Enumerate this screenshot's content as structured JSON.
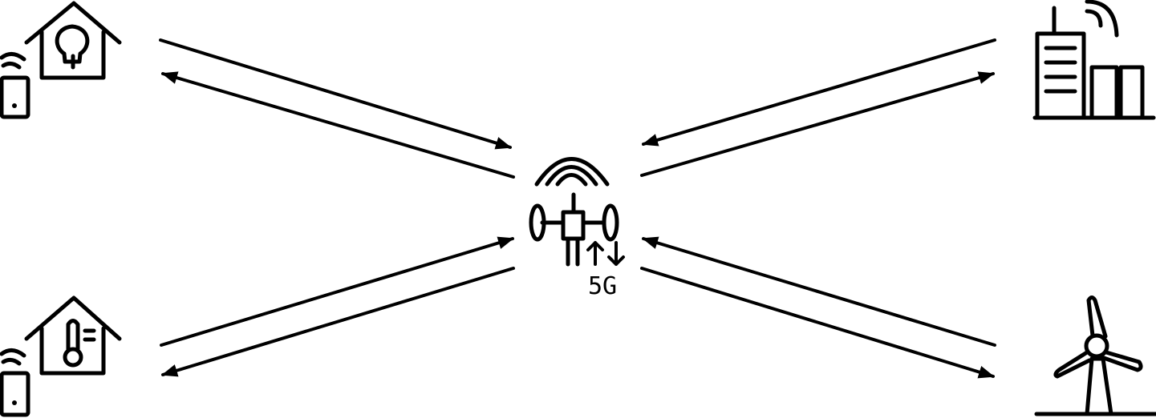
{
  "diagram": {
    "hub": {
      "name": "5G base station",
      "label": "5G",
      "icon": "antenna-tower-icon"
    },
    "nodes": [
      {
        "id": "smart-home-light",
        "icon": "smart-home-lightbulb-icon"
      },
      {
        "id": "city-buildings",
        "icon": "city-buildings-signal-icon"
      },
      {
        "id": "smart-home-thermostat",
        "icon": "smart-home-thermometer-icon"
      },
      {
        "id": "wind-turbine",
        "icon": "wind-turbine-icon"
      }
    ],
    "links": [
      {
        "from": "smart-home-light",
        "to": "hub",
        "bidirectional": true
      },
      {
        "from": "city-buildings",
        "to": "hub",
        "bidirectional": true
      },
      {
        "from": "smart-home-thermostat",
        "to": "hub",
        "bidirectional": true
      },
      {
        "from": "wind-turbine",
        "to": "hub",
        "bidirectional": true
      }
    ],
    "colors": {
      "stroke": "#000000",
      "background": "#ffffff"
    }
  }
}
